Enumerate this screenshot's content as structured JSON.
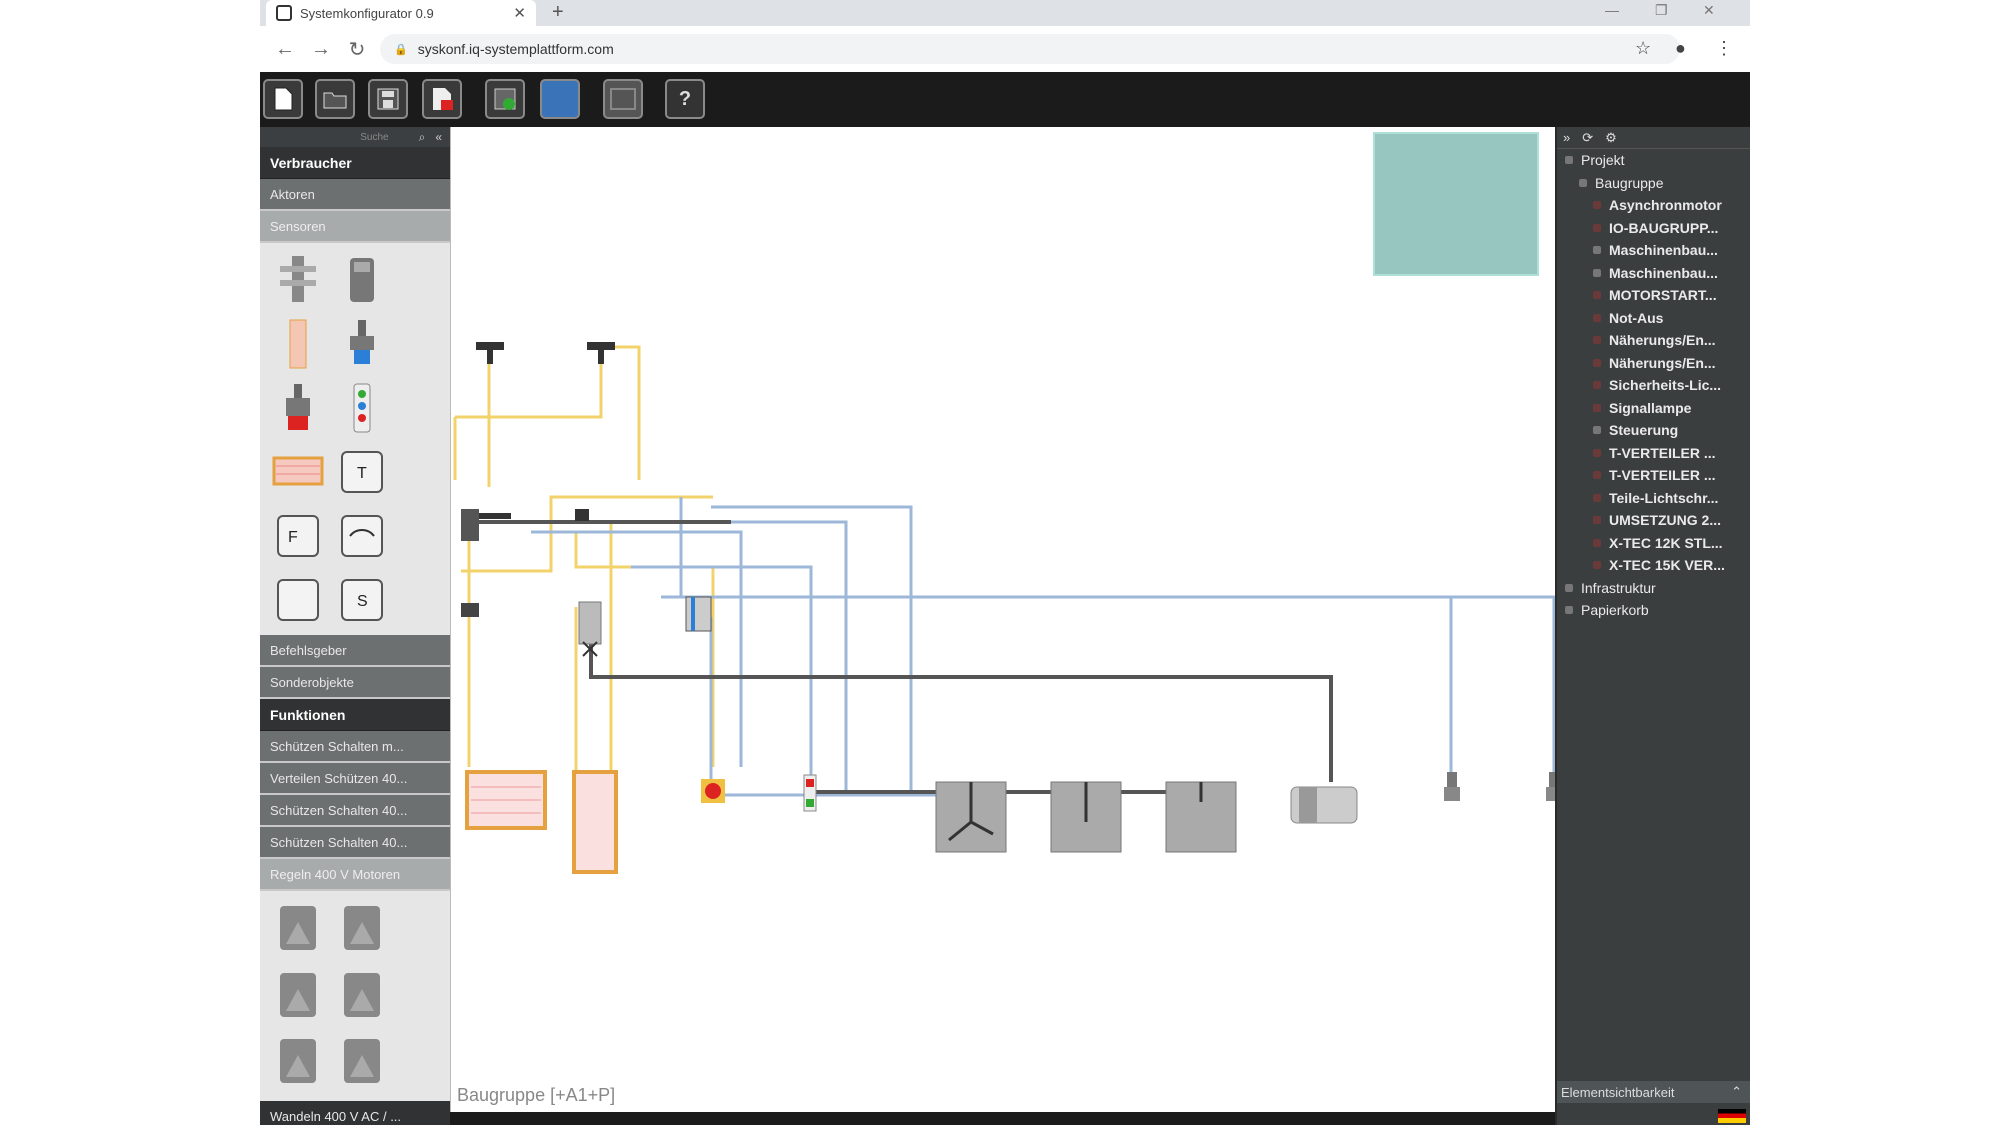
{
  "browser": {
    "tab_title": "Systemkonfigurator 0.9",
    "url": "syskonf.iq-systemplattform.com"
  },
  "toolbar": {
    "buttons": [
      "new-file",
      "open-folder",
      "save",
      "pdf-export",
      "network-settings",
      "view-blue",
      "view-frame",
      "help"
    ],
    "help_label": "?"
  },
  "left_panel": {
    "search_placeholder": "Suche",
    "category_consumers": "Verbraucher",
    "sub_actuators": "Aktoren",
    "sub_sensors": "Sensoren",
    "sub_controls": "Befehlsgeber",
    "sub_special": "Sonderobjekte",
    "category_functions": "Funktionen",
    "function_items": [
      "Schützen Schalten m...",
      "Verteilen Schützen 40...",
      "Schützen Schalten 40...",
      "Schützen Schalten 40..."
    ],
    "sub_motors": "Regeln 400 V Motoren",
    "sub_converter": "Wandeln 400 V AC / ...",
    "tile_labels": [
      "T",
      "F",
      "S"
    ]
  },
  "canvas": {
    "status_text": "Baugruppe [+A1+P]"
  },
  "right_panel": {
    "tree": [
      {
        "label": "Projekt",
        "level": 0,
        "icon": "grey"
      },
      {
        "label": "Baugruppe",
        "level": 1,
        "icon": "grey"
      },
      {
        "label": "Asynchronmotor",
        "level": 2,
        "icon": "red"
      },
      {
        "label": "IO-BAUGRUPP...",
        "level": 2,
        "icon": "red"
      },
      {
        "label": "Maschinenbau...",
        "level": 2,
        "icon": "grey"
      },
      {
        "label": "Maschinenbau...",
        "level": 2,
        "icon": "grey"
      },
      {
        "label": "MOTORSTART...",
        "level": 2,
        "icon": "red"
      },
      {
        "label": "Not-Aus",
        "level": 2,
        "icon": "red"
      },
      {
        "label": "Näherungs/En...",
        "level": 2,
        "icon": "red"
      },
      {
        "label": "Näherungs/En...",
        "level": 2,
        "icon": "red"
      },
      {
        "label": "Sicherheits-Lic...",
        "level": 2,
        "icon": "red"
      },
      {
        "label": "Signallampe",
        "level": 2,
        "icon": "red"
      },
      {
        "label": "Steuerung",
        "level": 2,
        "icon": "grey"
      },
      {
        "label": "T-VERTEILER ...",
        "level": 2,
        "icon": "red"
      },
      {
        "label": "T-VERTEILER ...",
        "level": 2,
        "icon": "red"
      },
      {
        "label": "Teile-Lichtschr...",
        "level": 2,
        "icon": "red"
      },
      {
        "label": "UMSETZUNG 2...",
        "level": 2,
        "icon": "red"
      },
      {
        "label": "X-TEC 12K STL...",
        "level": 2,
        "icon": "red"
      },
      {
        "label": "X-TEC 15K VER...",
        "level": 2,
        "icon": "red"
      },
      {
        "label": "Infrastruktur",
        "level": 0,
        "icon": "grey"
      },
      {
        "label": "Papierkorb",
        "level": 0,
        "icon": "grey"
      }
    ],
    "footer_label": "Elementsichtbarkeit"
  },
  "colors": {
    "toolbar_bg": "#1b1b1b",
    "panel_dark": "#3b3e3f",
    "wire_yellow": "#f2d36b",
    "wire_blue": "#9db7d8",
    "wire_dark": "#444444",
    "minimap": "#97c5bf"
  }
}
